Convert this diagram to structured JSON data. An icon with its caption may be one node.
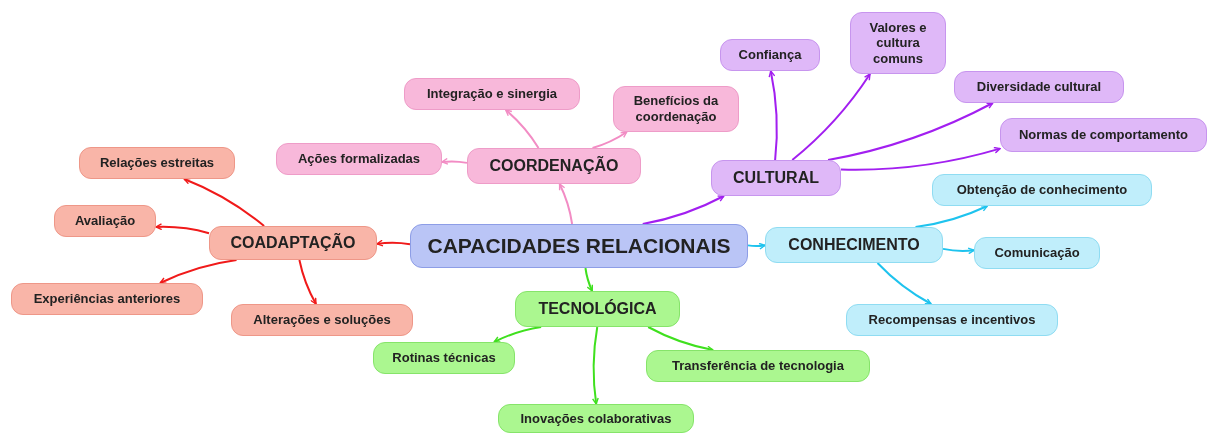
{
  "diagram": {
    "nodes": [
      {
        "text": [
          "CAPACIDADES RELACIONAIS"
        ]
      },
      {
        "text": [
          "COORDENAÇÃO"
        ]
      },
      {
        "text": [
          "Integração e sinergia"
        ]
      },
      {
        "text": [
          "Benefícios da coordenação"
        ]
      },
      {
        "text": [
          "Ações formalizadas"
        ]
      },
      {
        "text": [
          "CULTURAL"
        ]
      },
      {
        "text": [
          "Confiança"
        ]
      },
      {
        "text": [
          "Valores e cultura comuns"
        ]
      },
      {
        "text": [
          "Diversidade cultural"
        ]
      },
      {
        "text": [
          "Normas de comportamento"
        ]
      },
      {
        "text": [
          "CONHECIMENTO"
        ]
      },
      {
        "text": [
          "Obtenção de conhecimento"
        ]
      },
      {
        "text": [
          "Comunicação"
        ]
      },
      {
        "text": [
          "Recompensas e incentivos"
        ]
      },
      {
        "text": [
          "TECNOLÓGICA"
        ]
      },
      {
        "text": [
          "Rotinas técnicas"
        ]
      },
      {
        "text": [
          "Transferência de tecnologia"
        ]
      },
      {
        "text": [
          "Inovações colaborativas"
        ]
      },
      {
        "text": [
          "COADAPTAÇÃO"
        ]
      },
      {
        "text": [
          "Relações estreitas"
        ]
      },
      {
        "text": [
          "Avaliação"
        ]
      },
      {
        "text": [
          "Experiências anteriores"
        ]
      },
      {
        "text": [
          "Alterações e soluções"
        ]
      }
    ],
    "edges": [
      {
        "from": 0,
        "to": 1,
        "arrow": "to",
        "color": "#f28cc4"
      },
      {
        "from": 1,
        "to": 2,
        "arrow": "to",
        "color": "#f28cc4"
      },
      {
        "from": 1,
        "to": 3,
        "arrow": "to",
        "color": "#f28cc4"
      },
      {
        "from": 1,
        "to": 4,
        "arrow": "to",
        "color": "#f28cc4"
      },
      {
        "from": 0,
        "to": 5,
        "arrow": "to",
        "color": "#a21ff0"
      },
      {
        "from": 5,
        "to": 6,
        "arrow": "to",
        "color": "#a21ff0"
      },
      {
        "from": 5,
        "to": 7,
        "arrow": "to",
        "color": "#a21ff0"
      },
      {
        "from": 5,
        "to": 8,
        "arrow": "to",
        "color": "#a21ff0"
      },
      {
        "from": 5,
        "to": 9,
        "arrow": "to",
        "color": "#a21ff0"
      },
      {
        "from": 0,
        "to": 10,
        "arrow": "to",
        "color": "#1ec3ee"
      },
      {
        "from": 10,
        "to": 11,
        "arrow": "to",
        "color": "#1ec3ee"
      },
      {
        "from": 10,
        "to": 12,
        "arrow": "to",
        "color": "#1ec3ee"
      },
      {
        "from": 10,
        "to": 13,
        "arrow": "to",
        "color": "#1ec3ee"
      },
      {
        "from": 0,
        "to": 14,
        "arrow": "to",
        "color": "#3fe01e"
      },
      {
        "from": 14,
        "to": 15,
        "arrow": "to",
        "color": "#3fe01e"
      },
      {
        "from": 14,
        "to": 16,
        "arrow": "to",
        "color": "#3fe01e"
      },
      {
        "from": 14,
        "to": 17,
        "arrow": "to",
        "color": "#3fe01e"
      },
      {
        "from": 0,
        "to": 18,
        "arrow": "to",
        "color": "#f01a1a"
      },
      {
        "from": 18,
        "to": 19,
        "arrow": "to",
        "color": "#f01a1a"
      },
      {
        "from": 18,
        "to": 20,
        "arrow": "to",
        "color": "#f01a1a"
      },
      {
        "from": 18,
        "to": 21,
        "arrow": "to",
        "color": "#f01a1a"
      },
      {
        "from": 18,
        "to": 22,
        "arrow": "to",
        "color": "#f01a1a"
      }
    ]
  }
}
